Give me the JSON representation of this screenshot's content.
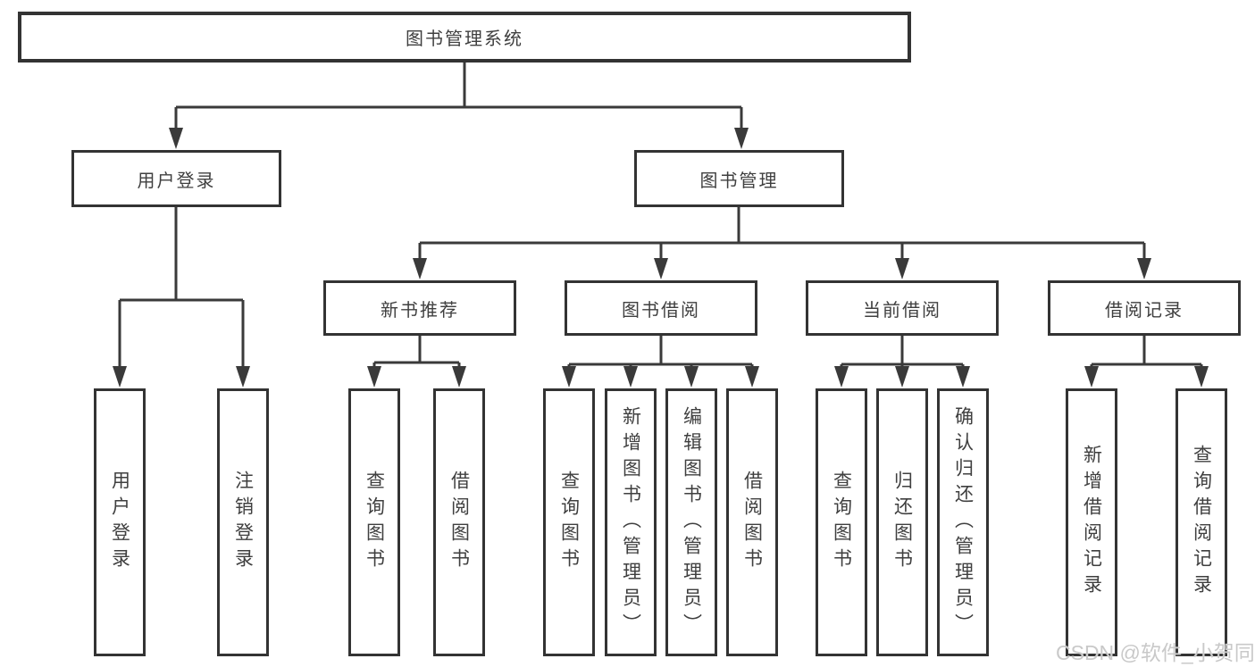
{
  "diagram": {
    "root": "图书管理系统",
    "level2": {
      "login": "用户登录",
      "management": "图书管理"
    },
    "level3": [
      "新书推荐",
      "图书借阅",
      "当前借阅",
      "借阅记录"
    ],
    "login_children": [
      "用户登录",
      "注销登录"
    ],
    "recommend_children": [
      "查询图书",
      "借阅图书"
    ],
    "borrowing_children": [
      "查询图书",
      "新增图书（管理员）",
      "编辑图书（管理员）",
      "借阅图书"
    ],
    "current_children": [
      "查询图书",
      "归还图书",
      "确认归还（管理员）"
    ],
    "records_children": [
      "新增借阅记录",
      "查询借阅记录"
    ]
  },
  "watermark": "CSDN @软件_小贺同学",
  "colors": {
    "line": "#3a3a3a",
    "box_border": "#333333",
    "text": "#3f3f3f",
    "watermark": "#c9c9c9"
  }
}
